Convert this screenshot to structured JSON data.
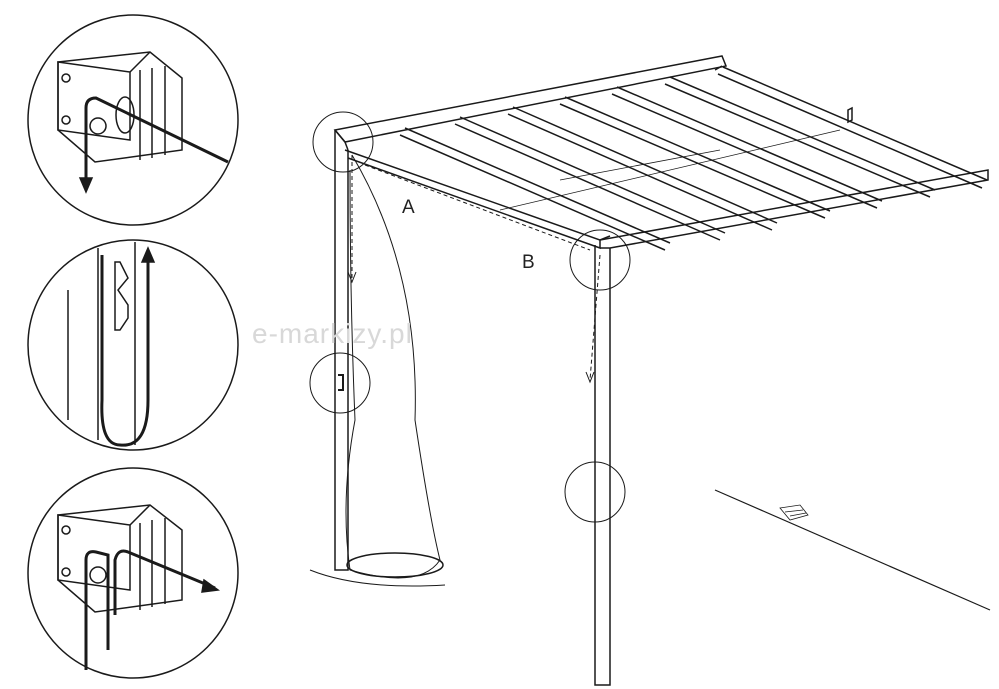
{
  "labels": {
    "a": "A",
    "b": "B"
  },
  "watermark": "e-markizy.pl",
  "colors": {
    "line": "#1a1a1a",
    "watermark": "#d8d8d8",
    "background": "#ffffff"
  }
}
